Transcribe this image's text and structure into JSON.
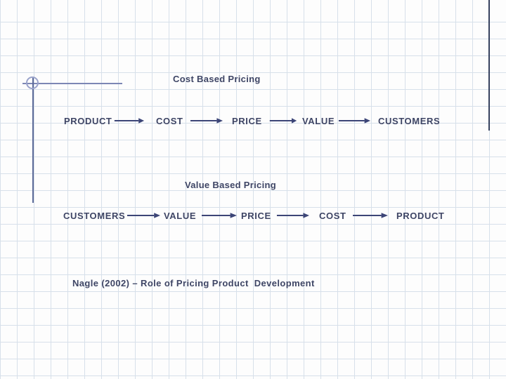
{
  "slide": {
    "flows": [
      {
        "title": "Cost Based Pricing",
        "steps": [
          "PRODUCT",
          "COST",
          "PRICE",
          "VALUE",
          "CUSTOMERS"
        ]
      },
      {
        "title": "Value Based Pricing",
        "steps": [
          "CUSTOMERS",
          "VALUE",
          "PRICE",
          "COST",
          "PRODUCT"
        ]
      }
    ],
    "citation": "Nagle (2002) – Role of Pricing Product  Development",
    "icons": {
      "arrow": "arrow-right-icon",
      "circle": "compass-circle-icon"
    },
    "colors": {
      "text": "#3e4565",
      "arrow": "#3c4577",
      "grid": "#d7e0ea",
      "accent_line_h": "#7c87b5",
      "accent_line_v": "#5d6b99",
      "compass_circle": "#9aa3cb",
      "edge_line": "#36425f",
      "background": "#fdfdfd"
    }
  }
}
